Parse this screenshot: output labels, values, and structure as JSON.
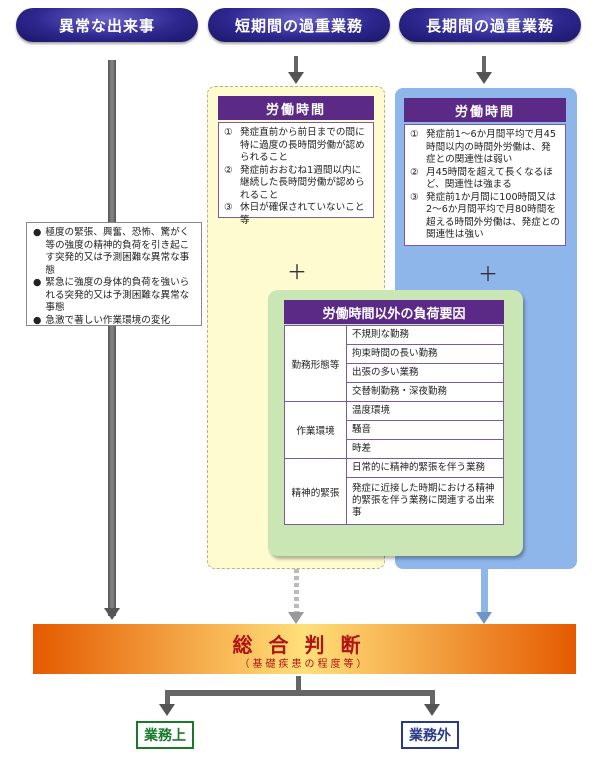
{
  "headers": {
    "abnormal_event": "異常な出来事",
    "short_term": "短期間の過重業務",
    "long_term": "長期間の過重業務"
  },
  "abnormal_box": {
    "items": [
      "極度の緊張、興奮、恐怖、驚がく等の強度の精神的負荷を引き起こす突発的又は予測困難な異常な事態",
      "緊急に強度の身体的負荷を強いられる突発的又は予測困難な異常な事態",
      "急激で著しい作業環境の変化"
    ]
  },
  "short_panel": {
    "title": "労働時間",
    "items": [
      {
        "num": "①",
        "text": "発症直前から前日までの間に特に過度の長時間労働が認められること"
      },
      {
        "num": "②",
        "text": "発症前おおむね1週間以内に継続した長時間労働が認められること"
      },
      {
        "num": "③",
        "text": "休日が確保されていないこと　等"
      }
    ],
    "plus": "＋"
  },
  "long_panel": {
    "title": "労働時間",
    "items": [
      {
        "num": "①",
        "text": "発症前1～6か月間平均で月45時間以内の時間外労働は、発症との関連性は弱い"
      },
      {
        "num": "②",
        "text": "月45時間を超えて長くなるほど、関連性は強まる"
      },
      {
        "num": "③",
        "text": "発症前1か月間に100時間又は2～6か月間平均で月80時間を超える時間外労働は、発症との関連性は強い"
      }
    ],
    "plus": "＋"
  },
  "load_factors": {
    "title": "労働時間以外の負荷要因",
    "groups": [
      {
        "label": "勤務形態等",
        "items": [
          "不規則な勤務",
          "拘束時間の長い勤務",
          "出張の多い業務",
          "交替制勤務・深夜勤務"
        ]
      },
      {
        "label": "作業環境",
        "items": [
          "温度環境",
          "騒音",
          "時差"
        ]
      },
      {
        "label": "精神的緊張",
        "items": [
          "日常的に精神的緊張を伴う業務",
          "発症に近接した時期における精神的緊張を伴う業務に関連する出来事"
        ]
      }
    ]
  },
  "judgment": {
    "title": "総合判断",
    "subtitle": "（基礎疾患の程度等）"
  },
  "results": {
    "work_related": "業務上",
    "not_work_related": "業務外"
  },
  "colors": {
    "header_bg": "#2e2890",
    "section_header": "#5b2a86",
    "short_panel_bg": "#fdfbcf",
    "long_panel_bg": "#8fb6ea",
    "factors_bg": "#c9e6b4",
    "judgment_text": "#b01414",
    "work_related": "#1a7a2a",
    "not_work_related": "#2a3a8a"
  }
}
